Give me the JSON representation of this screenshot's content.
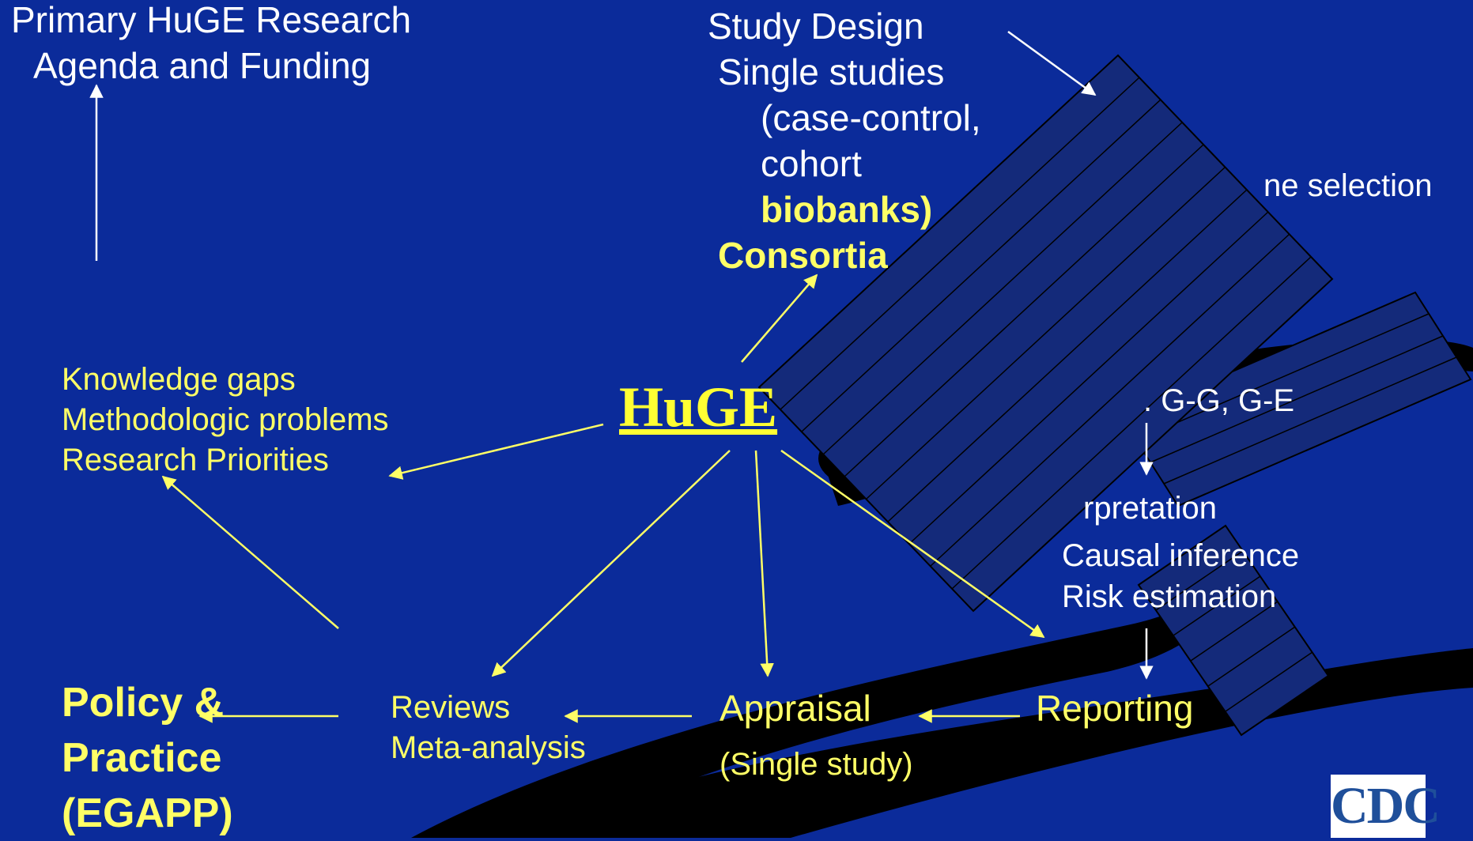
{
  "diagram": {
    "top_left": {
      "line1": "Primary HuGE Research",
      "line2": "Agenda and Funding"
    },
    "study_design": {
      "title": "Study Design",
      "line1": "Single studies",
      "line2": "(case-control,",
      "line3": "cohort",
      "line4": "biobanks)",
      "line5": "Consortia"
    },
    "right_partial": {
      "gene_selection": "ne selection",
      "interactions": ". G-G, G-E",
      "interpretation": "rpretation",
      "causal_inference": "Causal inference",
      "risk_estimation": "Risk estimation"
    },
    "knowledge": {
      "line1": "Knowledge gaps",
      "line2": "Methodologic problems",
      "line3": "Research Priorities"
    },
    "center": "HuGE",
    "bottom": {
      "reviews": "Reviews",
      "meta": "Meta-analysis",
      "appraisal": "Appraisal",
      "appraisal_sub": "(Single study)",
      "reporting": "Reporting"
    },
    "policy": {
      "line1": "Policy &",
      "line2": "Practice",
      "line3": "(EGAPP)"
    },
    "logo": "CDC"
  },
  "colors": {
    "background": "#0b2b9a",
    "white_text": "#ffffff",
    "yellow_text": "#ffff66",
    "overlay_fill": "#142a7a"
  }
}
